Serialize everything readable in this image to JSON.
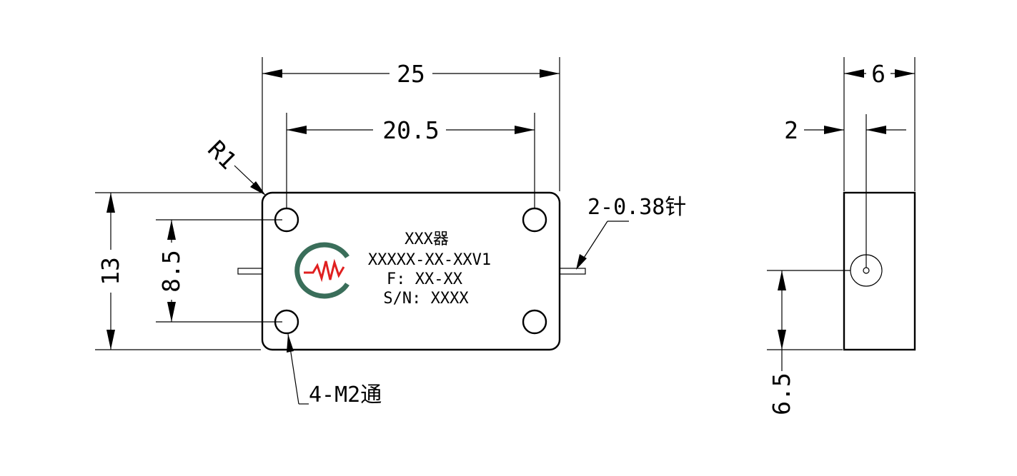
{
  "front_view": {
    "dim_length": "25",
    "dim_hole_spacing_x": "20.5",
    "dim_radius": "R1",
    "dim_height": "13",
    "dim_hole_spacing_y": "8.5",
    "pin_note": "2-0.38针",
    "hole_note": "4-M2通",
    "label": {
      "line1": "XXX器",
      "line2": "XXXXX-XX-XXV1",
      "line3": "F: XX-XX",
      "line4": "S/N: XXXX"
    },
    "logo_colors": {
      "ring": "#3a6e5a",
      "signal": "#e02020"
    }
  },
  "side_view": {
    "dim_thickness": "6",
    "dim_pin_offset": "2",
    "dim_pin_height": "6.5"
  }
}
